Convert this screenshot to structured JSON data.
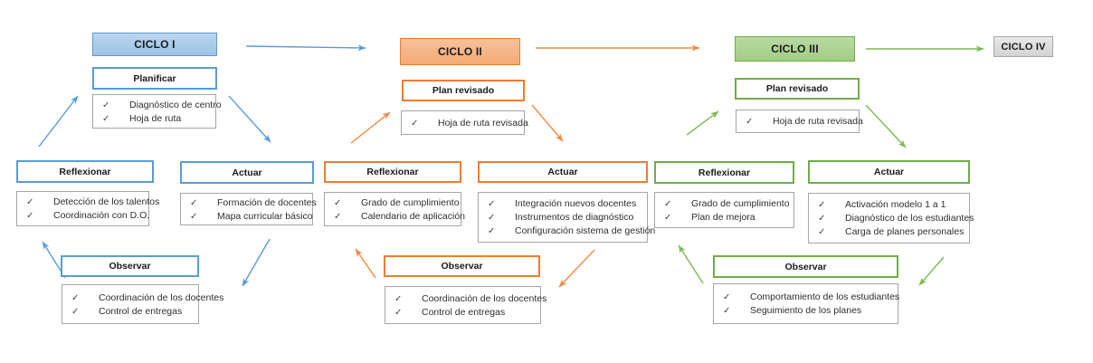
{
  "diagram_title": "PDCA / action-research cycles diagram",
  "icons": {
    "check": "✓"
  },
  "colors": {
    "cycle1_accent": "#5B9BD5",
    "cycle1_fill": "#9CC3E6",
    "cycle2_accent": "#ED7D31",
    "cycle2_fill": "#F4B183",
    "cycle3_accent": "#70AD47",
    "cycle3_fill": "#A9D18E",
    "cycle4_border": "#A6A6A6",
    "cycle4_fill": "#D9D9D9",
    "checklist_border": "#A6A6A6"
  },
  "cycles": [
    {
      "title": "CICLO I",
      "plan": {
        "label": "Planificar",
        "items": [
          "Diagnóstico de centro",
          "Hoja de ruta"
        ]
      },
      "reflexionar": {
        "label": "Reflexionar",
        "items": [
          "Detección de los talentos",
          "Coordinación con D.O."
        ]
      },
      "actuar": {
        "label": "Actuar",
        "items": [
          "Formación de docentes",
          "Mapa curricular básico"
        ]
      },
      "observar": {
        "label": "Observar",
        "items": [
          "Coordinación de los docentes",
          "Control de entregas"
        ]
      }
    },
    {
      "title": "CICLO II",
      "plan": {
        "label": "Plan revisado",
        "items": [
          "Hoja de ruta revisada"
        ]
      },
      "reflexionar": {
        "label": "Reflexionar",
        "items": [
          "Grado de cumplimiento",
          "Calendario de aplicación"
        ]
      },
      "actuar": {
        "label": "Actuar",
        "items": [
          "Integración nuevos docentes",
          "Instrumentos de diagnóstico",
          "Configuración sistema de gestión"
        ]
      },
      "observar": {
        "label": "Observar",
        "items": [
          "Coordinación de los docentes",
          "Control de entregas"
        ]
      }
    },
    {
      "title": "CICLO III",
      "plan": {
        "label": "Plan revisado",
        "items": [
          "Hoja de ruta revisada"
        ]
      },
      "reflexionar": {
        "label": "Reflexionar",
        "items": [
          "Grado de cumplimiento",
          "Plan de mejora"
        ]
      },
      "actuar": {
        "label": "Actuar",
        "items": [
          "Activación modelo 1 a 1",
          "Diagnóstico de los estudiantes",
          "Carga de planes personales"
        ]
      },
      "observar": {
        "label": "Observar",
        "items": [
          "Comportamiento de los estudiantes",
          "Seguimiento de los planes"
        ]
      }
    },
    {
      "title": "CICLO IV"
    }
  ]
}
